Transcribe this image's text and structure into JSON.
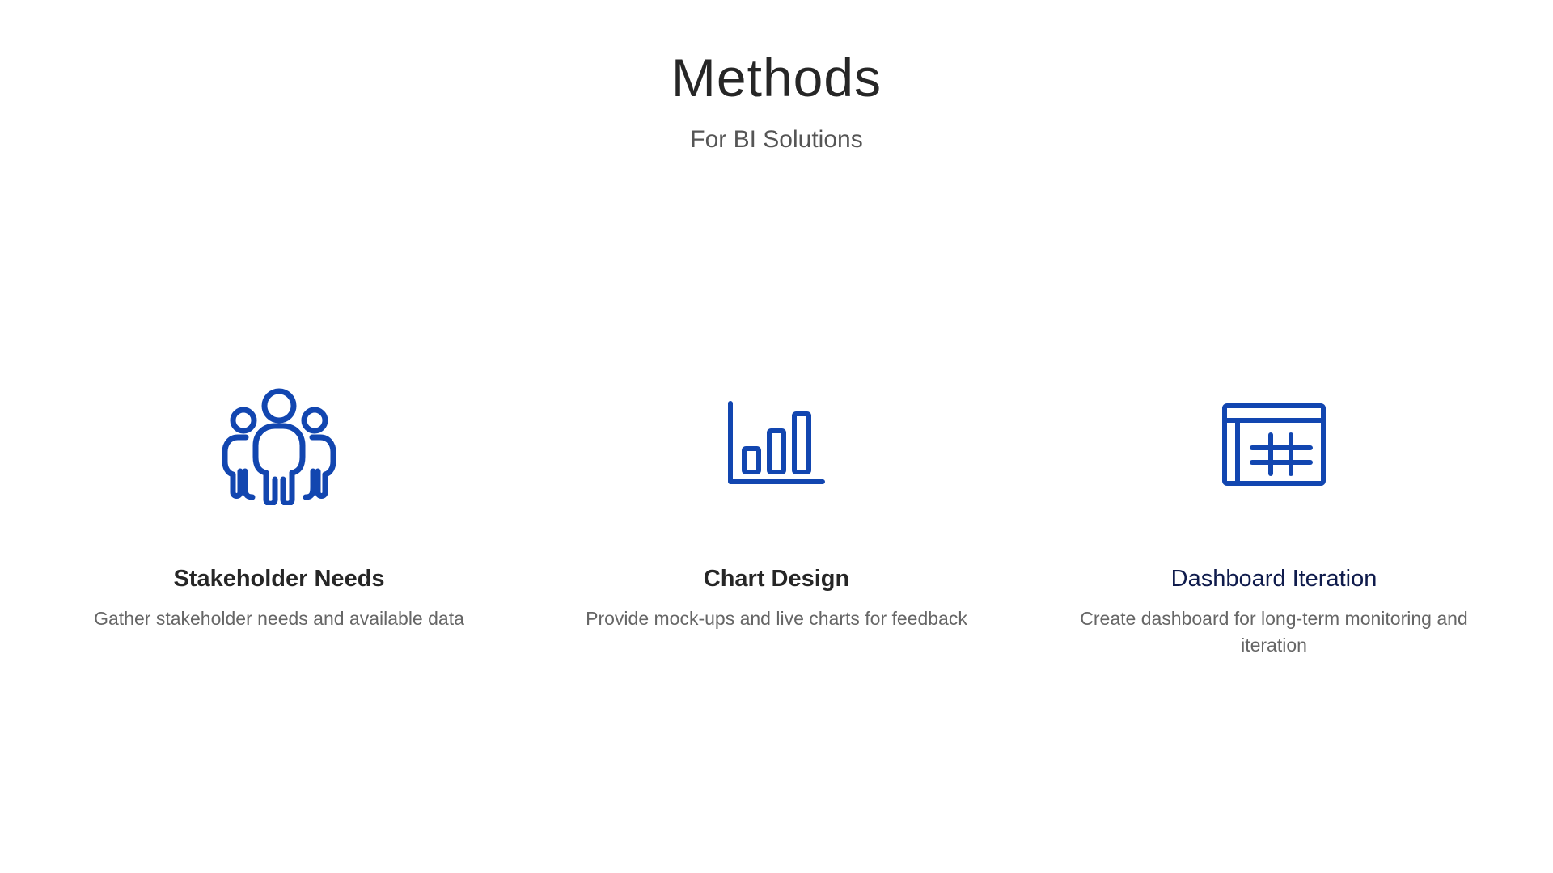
{
  "header": {
    "title": "Methods",
    "subtitle": "For BI Solutions"
  },
  "colors": {
    "icon_blue": "#1246b0",
    "title_dark": "#262626",
    "desc_gray": "#666666",
    "navy": "#0f1b4c"
  },
  "methods": [
    {
      "icon": "people-group-icon",
      "title": "Stakeholder Needs",
      "description": "Gather stakeholder needs and available data"
    },
    {
      "icon": "bar-chart-icon",
      "title": "Chart Design",
      "description": "Provide mock-ups and live charts for feedback"
    },
    {
      "icon": "dashboard-grid-icon",
      "title": "Dashboard Iteration",
      "description": "Create dashboard for long-term monitoring and iteration"
    }
  ]
}
